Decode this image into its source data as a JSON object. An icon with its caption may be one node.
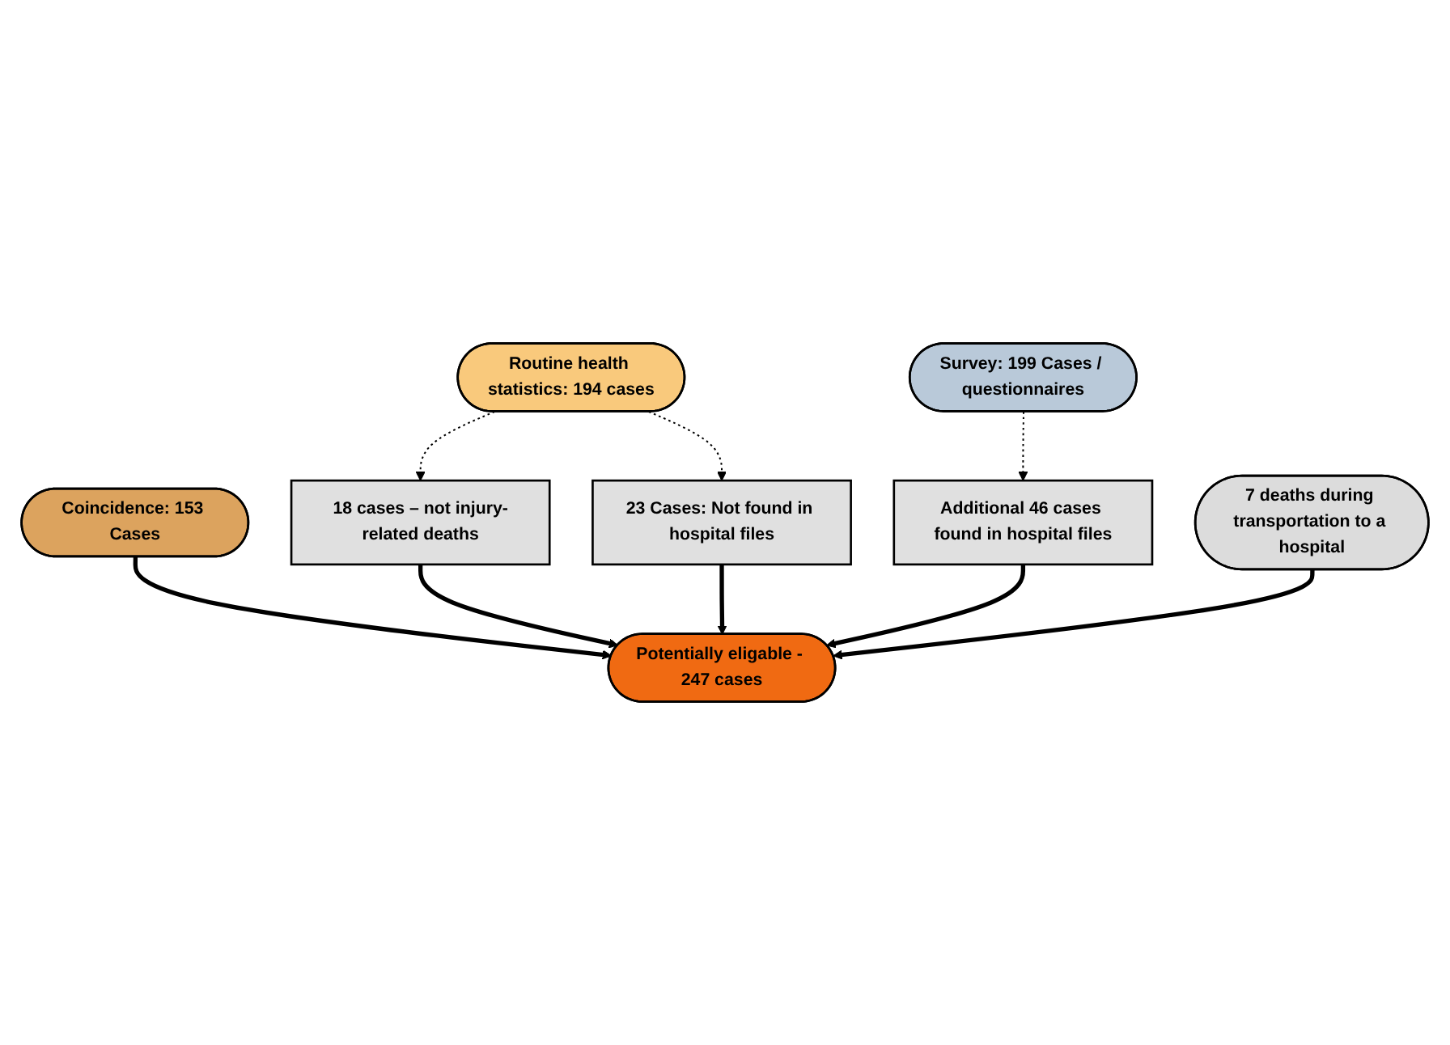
{
  "diagram": {
    "nodes": [
      {
        "text": [
          "Routine health statistics: 194 cases"
        ]
      },
      {
        "text": [
          "Coincidence: 153 Cases"
        ]
      },
      {
        "text": [
          "Survey: 199 Cases / questionnaires"
        ]
      },
      {
        "text": [
          "23 Cases: Not found in hospital files"
        ]
      },
      {
        "text": [
          "Additional 46 cases found in hospital files"
        ]
      },
      {
        "text": [
          "18 cases – not injury-related deaths"
        ]
      },
      {
        "text": [
          "7 deaths during transportation to a hospital"
        ]
      },
      {
        "text": [
          "Potentially eligable - 247 cases"
        ]
      }
    ],
    "edges": [
      {
        "from": 0,
        "to": 5,
        "arrow": "to",
        "style": "dashed"
      },
      {
        "from": 0,
        "to": 3,
        "arrow": "to",
        "style": "dashed"
      },
      {
        "from": 2,
        "to": 4,
        "arrow": "to",
        "style": "dashed"
      },
      {
        "from": 1,
        "to": 7,
        "arrow": "to"
      },
      {
        "from": 3,
        "to": 7,
        "arrow": "to"
      },
      {
        "from": 4,
        "to": 7,
        "arrow": "to"
      },
      {
        "from": 5,
        "to": 7,
        "arrow": "to"
      },
      {
        "from": 6,
        "to": 7,
        "arrow": "to"
      }
    ]
  }
}
